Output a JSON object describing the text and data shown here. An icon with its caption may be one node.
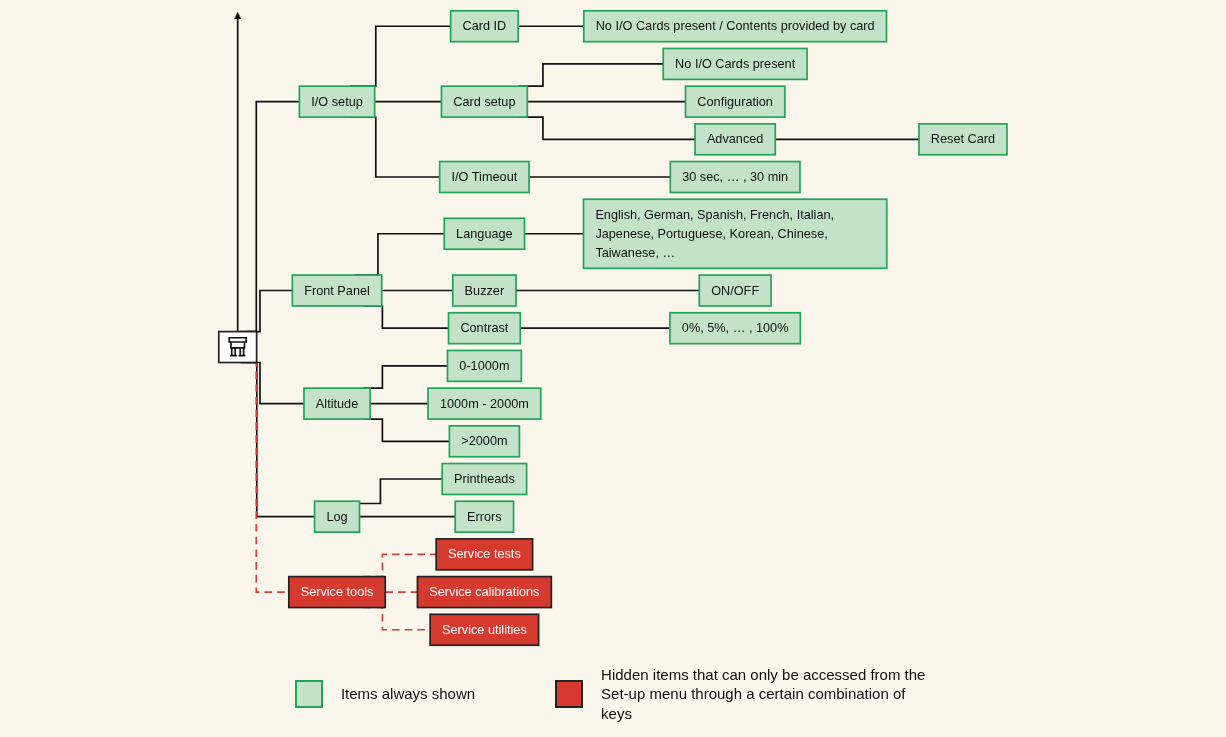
{
  "diagram": {
    "nodes": [
      {
        "text": [],
        "shape": "picture"
      },
      {
        "text": [
          "I/O setup"
        ]
      },
      {
        "text": [
          "Card ID"
        ]
      },
      {
        "text": [
          "No I/O Cards present / Contents provided by card"
        ]
      },
      {
        "text": [
          "Card setup"
        ]
      },
      {
        "text": [
          "No I/O Cards present"
        ]
      },
      {
        "text": [
          "Configuration"
        ]
      },
      {
        "text": [
          "Advanced"
        ]
      },
      {
        "text": [
          "Reset Card"
        ]
      },
      {
        "text": [
          "I/O Timeout"
        ]
      },
      {
        "text": [
          "30 sec, … , 30 min"
        ]
      },
      {
        "text": [
          "Front Panel"
        ]
      },
      {
        "text": [
          "Language"
        ]
      },
      {
        "text": [
          "English, German, Spanish, French, Italian, Japenese, Portuguese, Korean, Chinese, Taiwanese, …"
        ]
      },
      {
        "text": [
          "Buzzer"
        ]
      },
      {
        "text": [
          "ON/OFF"
        ]
      },
      {
        "text": [
          "Contrast"
        ]
      },
      {
        "text": [
          "0%, 5%, … , 100%"
        ]
      },
      {
        "text": [
          "Altitude"
        ]
      },
      {
        "text": [
          "0-1000m"
        ]
      },
      {
        "text": [
          "1000m - 2000m"
        ]
      },
      {
        "text": [
          ">2000m"
        ]
      },
      {
        "text": [
          "Log"
        ]
      },
      {
        "text": [
          "Printheads"
        ]
      },
      {
        "text": [
          "Errors"
        ]
      },
      {
        "text": [
          "Service tools"
        ]
      },
      {
        "text": [
          "Service tests"
        ]
      },
      {
        "text": [
          "Service calibrations"
        ]
      },
      {
        "text": [
          "Service utilities"
        ]
      }
    ],
    "edges": [
      {
        "from": 0,
        "to": null,
        "arrow": "to"
      },
      {
        "from": 0,
        "to": 1,
        "arrow": "none"
      },
      {
        "from": 1,
        "to": 2,
        "arrow": "none"
      },
      {
        "from": 2,
        "to": 3,
        "arrow": "none"
      },
      {
        "from": 1,
        "to": 4,
        "arrow": "none"
      },
      {
        "from": 4,
        "to": 5,
        "arrow": "none"
      },
      {
        "from": 4,
        "to": 6,
        "arrow": "none"
      },
      {
        "from": 4,
        "to": 7,
        "arrow": "none"
      },
      {
        "from": 7,
        "to": 8,
        "arrow": "none"
      },
      {
        "from": 1,
        "to": 9,
        "arrow": "none"
      },
      {
        "from": 9,
        "to": 10,
        "arrow": "none"
      },
      {
        "from": 0,
        "to": 11,
        "arrow": "none"
      },
      {
        "from": 11,
        "to": 12,
        "arrow": "none"
      },
      {
        "from": 12,
        "to": 13,
        "arrow": "none"
      },
      {
        "from": 11,
        "to": 14,
        "arrow": "none"
      },
      {
        "from": 14,
        "to": 15,
        "arrow": "none"
      },
      {
        "from": 11,
        "to": 16,
        "arrow": "none"
      },
      {
        "from": 16,
        "to": 17,
        "arrow": "none"
      },
      {
        "from": 0,
        "to": 18,
        "arrow": "none"
      },
      {
        "from": 18,
        "to": 19,
        "arrow": "none"
      },
      {
        "from": 18,
        "to": 20,
        "arrow": "none"
      },
      {
        "from": 18,
        "to": 21,
        "arrow": "none"
      },
      {
        "from": 0,
        "to": 22,
        "arrow": "none"
      },
      {
        "from": 22,
        "to": 23,
        "arrow": "none"
      },
      {
        "from": 22,
        "to": 24,
        "arrow": "none"
      },
      {
        "from": 0,
        "to": 25,
        "arrow": "none",
        "style": "dashed",
        "color": "#d0403a"
      },
      {
        "from": 25,
        "to": 26,
        "arrow": "none",
        "style": "dashed",
        "color": "#d0403a"
      },
      {
        "from": 25,
        "to": 27,
        "arrow": "none",
        "style": "dashed",
        "color": "#d0403a"
      },
      {
        "from": 25,
        "to": 28,
        "arrow": "none",
        "style": "dashed",
        "color": "#d0403a"
      }
    ],
    "legend": [
      {
        "text": "Items always shown",
        "color": "#c3e2c8"
      },
      {
        "text": "Hidden items that can only be accessed from the Set-up menu through a certain combination of keys",
        "color": "#d63a2f"
      }
    ]
  }
}
